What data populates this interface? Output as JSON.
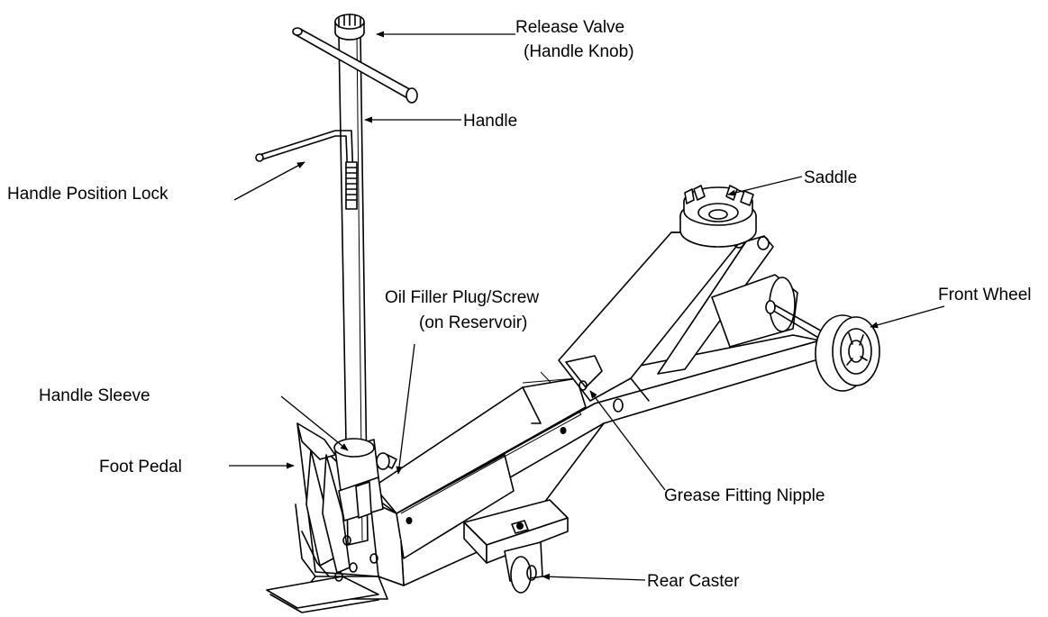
{
  "colors": {
    "ink": "#000000",
    "background": "#ffffff"
  },
  "labels": {
    "release_valve": {
      "line1": "Release Valve",
      "line2": "(Handle Knob)"
    },
    "handle": "Handle",
    "handle_position_lock": "Handle Position Lock",
    "saddle": "Saddle",
    "oil_filler": {
      "line1": "Oil Filler Plug/Screw",
      "line2": "(on Reservoir)"
    },
    "front_wheel": "Front Wheel",
    "handle_sleeve": "Handle Sleeve",
    "foot_pedal": "Foot Pedal",
    "grease_fitting": "Grease Fitting Nipple",
    "rear_caster": "Rear Caster"
  }
}
